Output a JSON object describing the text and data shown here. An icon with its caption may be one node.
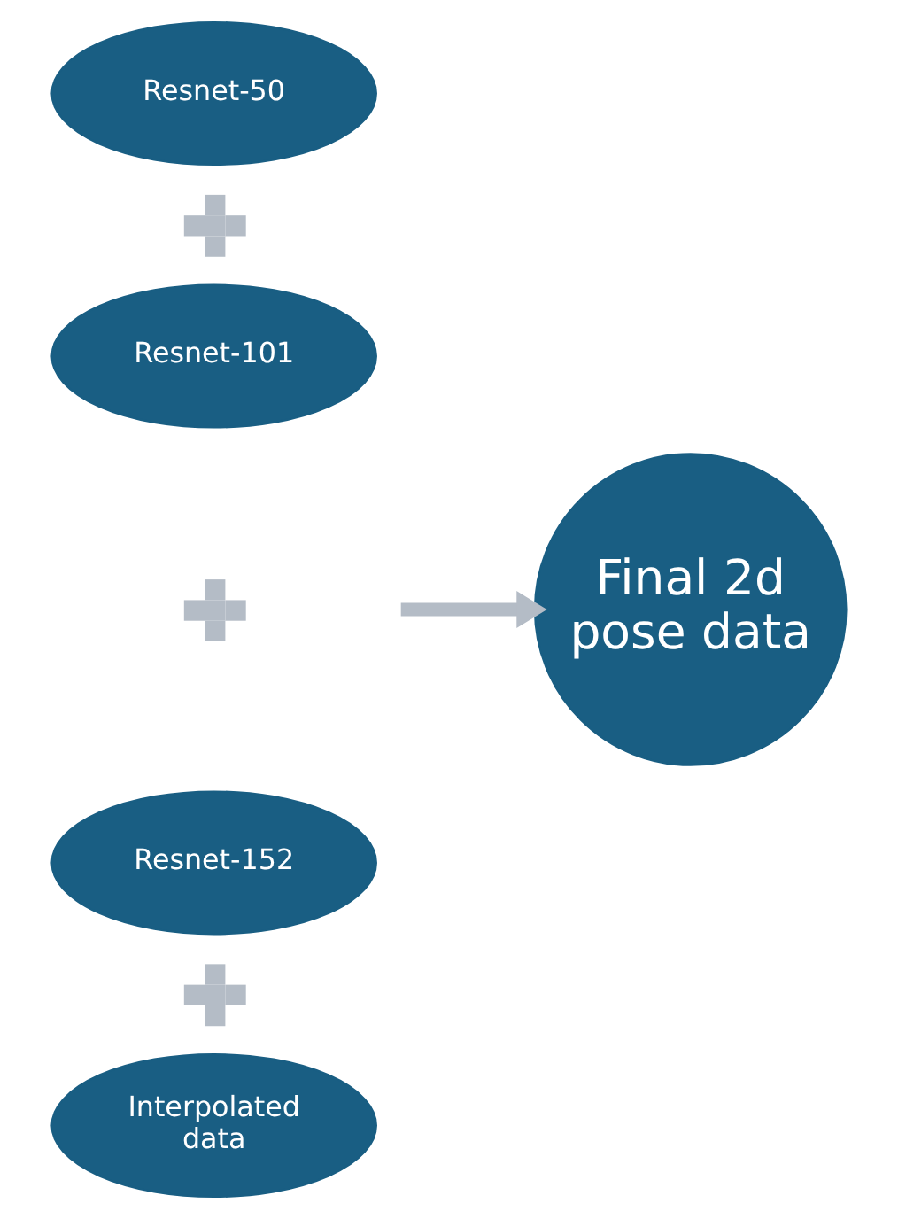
{
  "diagram": {
    "nodes": [
      {
        "text": [
          "Resnet-50"
        ]
      },
      {
        "text": [],
        "shape": "plus"
      },
      {
        "text": [
          "Resnet-101"
        ]
      },
      {
        "text": [],
        "shape": "plus"
      },
      {
        "text": [
          "Resnet-152"
        ]
      },
      {
        "text": [],
        "shape": "plus"
      },
      {
        "text": [
          "Interpolated data"
        ]
      },
      {
        "text": [
          "Final 2d pose data"
        ]
      }
    ],
    "edges": [
      {
        "from": null,
        "to": 7,
        "arrow": "to"
      }
    ]
  }
}
